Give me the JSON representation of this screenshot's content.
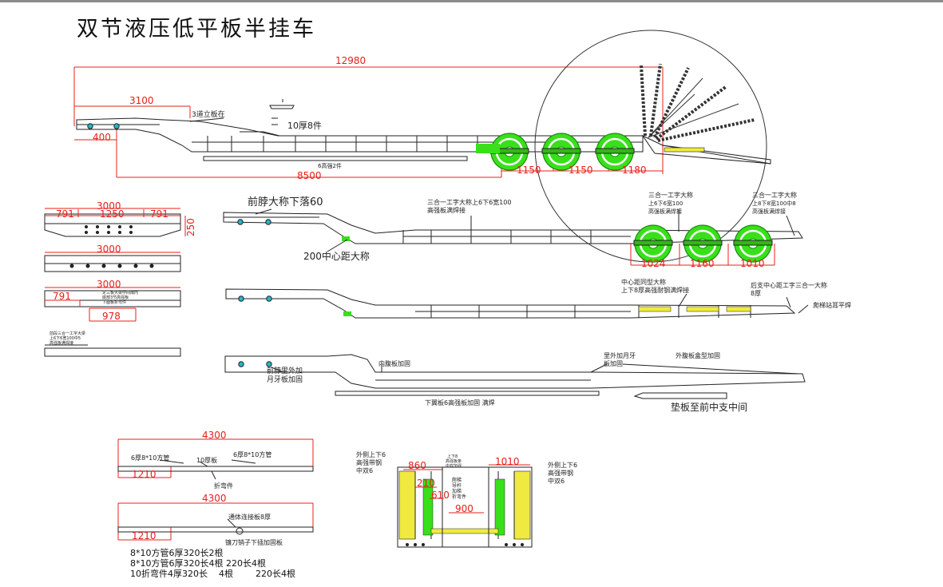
{
  "title": "双节液压低平板半挂车",
  "colors": {
    "dim": "#e8201a",
    "axle": "#38e01a",
    "bolt": "#1fb8c8",
    "line": "#222222",
    "yellow": "#f0ea40"
  },
  "dims": {
    "overall": "12980",
    "front": "3100",
    "neck": "400",
    "bed": "8500",
    "ax1": "1150",
    "ax2": "1150",
    "ax3": "1180",
    "v2a": "1024",
    "v2b": "1160",
    "v2c": "1010",
    "s1w": "3000",
    "s1a": "791",
    "s1b": "1250",
    "s1c": "791",
    "s1h": "250",
    "s2w": "3000",
    "s3w": "3000",
    "s3a": "791",
    "s3b": "978",
    "b1w": "4300",
    "b1a": "1210",
    "b2w": "4300",
    "b2a": "1210",
    "r1": "860",
    "r2": "1010",
    "r3": "210",
    "r4": "610",
    "r5": "900"
  },
  "notes": {
    "n_gooseneck_a": "3道立板在",
    "n_plate8": "10厚8件",
    "n_skid": "6高强2件",
    "n_neck_drop": "前脖大称下落60",
    "n_center200": "200中心距大称",
    "n_beam_a": "三合一工字大称上6下6宽100",
    "n_beam_a2": "高强板满焊接",
    "n_beam_b1": "三合一工字大称",
    "n_beam_b2": "上6下6宽100",
    "n_beam_b3": "高强板满焊接",
    "n_beam_c1": "三合一工字大称",
    "n_beam_c2": "上8下8宽100中8",
    "n_beam_c3": "高强板满焊接",
    "n_mid1": "中心距同型大称",
    "n_mid2": "上下8厚高强耐钢满焊接",
    "n_rear1": "后支中心距工字三合一大称",
    "n_rear2": "8厚",
    "n_ladder": "爬梯站耳平焊",
    "n_s3a": "定三板大梁中间隔内",
    "n_s3b": "底部3节高强板",
    "n_s3c": "下面板折弯件",
    "n_s4a": "前段三合一工字大梁",
    "n_s4b": "上6下6宽100中5",
    "n_s4c": "高强板满焊接",
    "n_neckin1": "前脖里外加",
    "n_neckin2": "月牙板加固",
    "n_web": "内腹板加固",
    "n_outside1": "里外加月牙",
    "n_outside2": "板加固",
    "n_outweb": "外腹板盒型加固",
    "n_lower": "下翼板6高强板加固 满焊",
    "n_pad": "垫板至前中支中间",
    "n_b1a": "6厚8*10方管",
    "n_b1b": "10厚板",
    "n_b1c": "6厚8*10方管",
    "n_b1d": "折弯件",
    "n_b2a": "通体连接板8厚",
    "n_b2b": "镰刀销子下插加固板",
    "n_rl1": "外侧上下6",
    "n_rl2": "高强带钢",
    "n_rl3": "中双6",
    "n_rr1": "外侧上下6",
    "n_rr2": "高强带钢",
    "n_rr3": "中双6",
    "n_rc1": "上下8",
    "n_rc2": "高强板条",
    "n_rc3": "中双加强",
    "n_rc4": "爬梯",
    "n_rc5": "导杆",
    "n_rc6": "加梯",
    "n_rc7": "折弯件"
  },
  "materials": [
    "8*10方管6厚320长2根",
    "8*10方管6厚320长4根    220长4根",
    "10折弯件4厚320长    4根        220长4根"
  ]
}
